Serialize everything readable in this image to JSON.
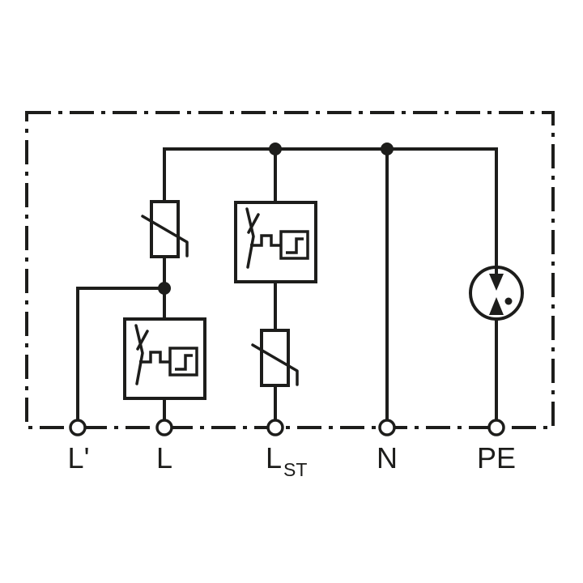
{
  "diagram": {
    "title": "surge-arrester-circuit-diagram",
    "colors": {
      "background": "#ffffff",
      "line": "#1d1d1b",
      "label": "#1d1d1b"
    },
    "terminals": [
      {
        "id": "l-prime",
        "label": "L'",
        "sub": ""
      },
      {
        "id": "l",
        "label": "L",
        "sub": ""
      },
      {
        "id": "l-st",
        "label": "L",
        "sub": "ST"
      },
      {
        "id": "n",
        "label": "N",
        "sub": ""
      },
      {
        "id": "pe",
        "label": "PE",
        "sub": ""
      }
    ],
    "icons": [
      {
        "name": "varistor-icon",
        "shape": "rectangle-with-diagonal-strike"
      },
      {
        "name": "thermal-disconnector-icon",
        "shape": "box-with-switch-blade-and-step-signal"
      },
      {
        "name": "gas-discharge-tube-icon",
        "shape": "circle-with-opposing-arrows-and-dot"
      },
      {
        "name": "junction-dot",
        "shape": "filled-circle"
      },
      {
        "name": "terminal-circle",
        "shape": "open-circle"
      },
      {
        "name": "device-boundary",
        "shape": "dash-dot-rectangle"
      }
    ]
  }
}
